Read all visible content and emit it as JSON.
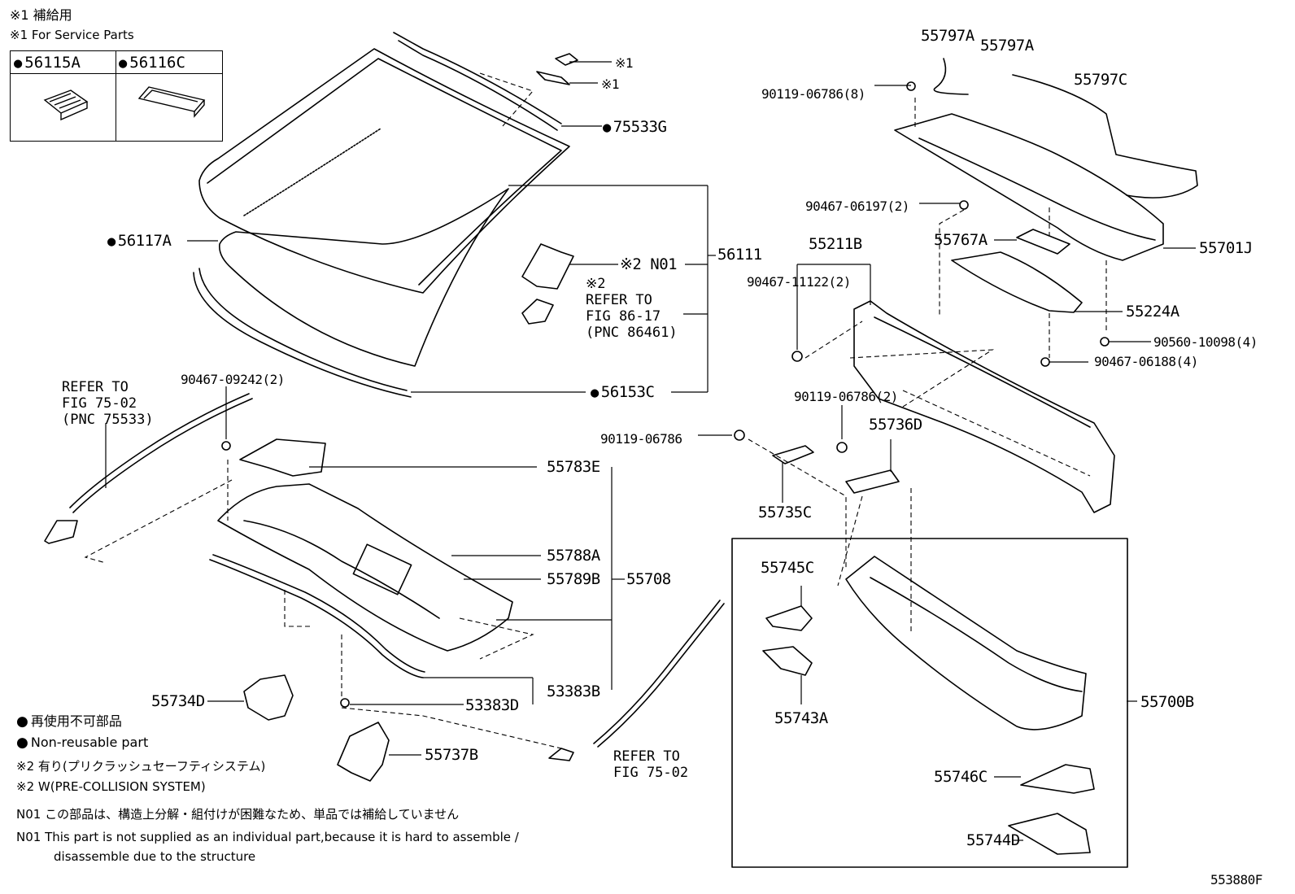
{
  "header": {
    "service_jp": "※1 補給用",
    "service_en": "※1 For Service Parts"
  },
  "legend_box": {
    "left_part": "56115A",
    "right_part": "56116C"
  },
  "labels": {
    "p55797A_1": "55797A",
    "p55797A_2": "55797A",
    "p55797C": "55797C",
    "p90119_06786_8": "90119-06786(8)",
    "p90467_06197_2": "90467-06197(2)",
    "p55211B": "55211B",
    "p55767A": "55767A",
    "p55701J": "55701J",
    "p90467_11122_2": "90467-11122(2)",
    "p55224A": "55224A",
    "p90560_10098_4": "90560-10098(4)",
    "p90467_06188_4": "90467-06188(4)",
    "p90119_06786_2": "90119-06786(2)",
    "p90119_06786": "90119-06786",
    "p55736D": "55736D",
    "p55735C": "55735C",
    "p55745C": "55745C",
    "p55743A": "55743A",
    "p55700B": "55700B",
    "p55746C": "55746C",
    "p55744D": "55744D",
    "mark1_a": "※1",
    "mark1_b": "※1",
    "p75533G": "75533G",
    "p56117A": "56117A",
    "n01_mark": "※2 N01",
    "p56111": "56111",
    "p56153C": "56153C",
    "p90467_09242_2": "90467-09242(2)",
    "p55783E": "55783E",
    "p55788A": "55788A",
    "p55789B": "55789B",
    "p55708": "55708",
    "p55734D": "55734D",
    "p53383B": "53383B",
    "p53383D": "53383D",
    "p55737B": "55737B",
    "figure_code": "553880F"
  },
  "references": {
    "ref_86_17": "※2\nREFER TO\nFIG 86-17\n(PNC 86461)",
    "ref_75_02_pnc": "REFER TO\nFIG 75-02\n(PNC 75533)",
    "ref_75_02": "REFER TO\nFIG 75-02"
  },
  "notes": {
    "nonreusable_jp": "再使用不可部品",
    "nonreusable_en": "Non-reusable part",
    "precollision_jp": "※2 有り(プリクラッシュセーフティシステム)",
    "precollision_en": "※2 W(PRE-COLLISION SYSTEM)",
    "n01_jp": "N01  この部品は、構造上分解・組付けが困難なため、単品では補給していません",
    "n01_en_1": "N01  This part is not supplied as an individual part,because it is hard to assemble /",
    "n01_en_2": "disassemble due to the structure"
  }
}
